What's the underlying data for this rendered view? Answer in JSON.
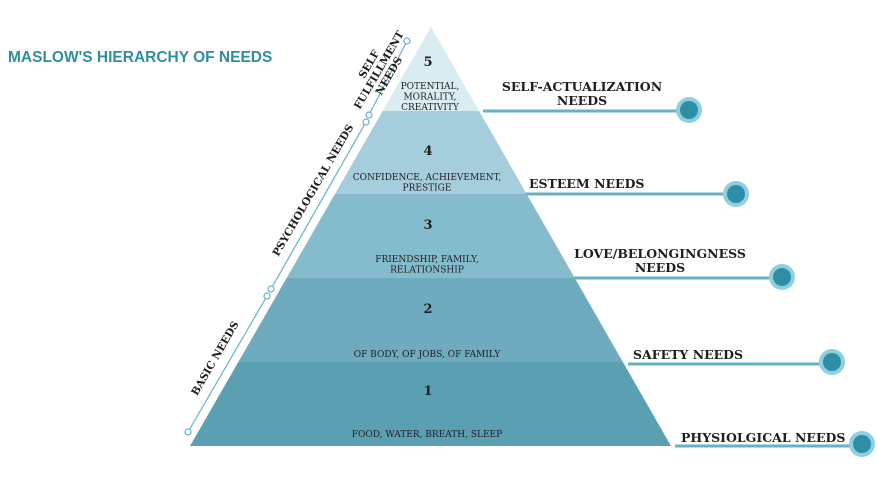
{
  "title": "MASLOW'S HIERARCHY OF NEEDS",
  "colors": {
    "title": "#2f8ea3",
    "text": "#1e1e1e",
    "accent": "#67b1c8",
    "node_fill": "#2f8ea3",
    "node_ring": "#8ecfe2",
    "tiers": [
      "#5b9fb3",
      "#6eabbf",
      "#85bccd",
      "#a6cddb",
      "#d9ecf2"
    ]
  },
  "tiers": [
    {
      "number": "1",
      "text": "FOOD, WATER, BREATH, SLEEP",
      "label": "PHYSIOLGICAL NEEDS"
    },
    {
      "number": "2",
      "text": "OF BODY, OF JOBS, OF FAMILY",
      "label": "SAFETY NEEDS"
    },
    {
      "number": "3",
      "text": [
        "FRIENDSHIP, FAMILY,",
        "RELATIONSHIP"
      ],
      "label": [
        "LOVE/BELONGINGNESS",
        "NEEDS"
      ]
    },
    {
      "number": "4",
      "text": [
        "CONFIDENCE, ACHIEVEMENT,",
        "PRESTIGE"
      ],
      "label": "ESTEEM NEEDS"
    },
    {
      "number": "5",
      "text": [
        "POTENTIAL,",
        "MORALITY,",
        "CREATIVITY"
      ],
      "label": [
        "SELF-ACTUALIZATION",
        "NEEDS"
      ]
    }
  ],
  "groups": [
    {
      "label": "BASIC NEEDS"
    },
    {
      "label": "PSYCHOLOGICAL NEEDS"
    },
    {
      "label": [
        "SELF",
        "FULFILLMENT",
        "NEEDS"
      ]
    }
  ]
}
